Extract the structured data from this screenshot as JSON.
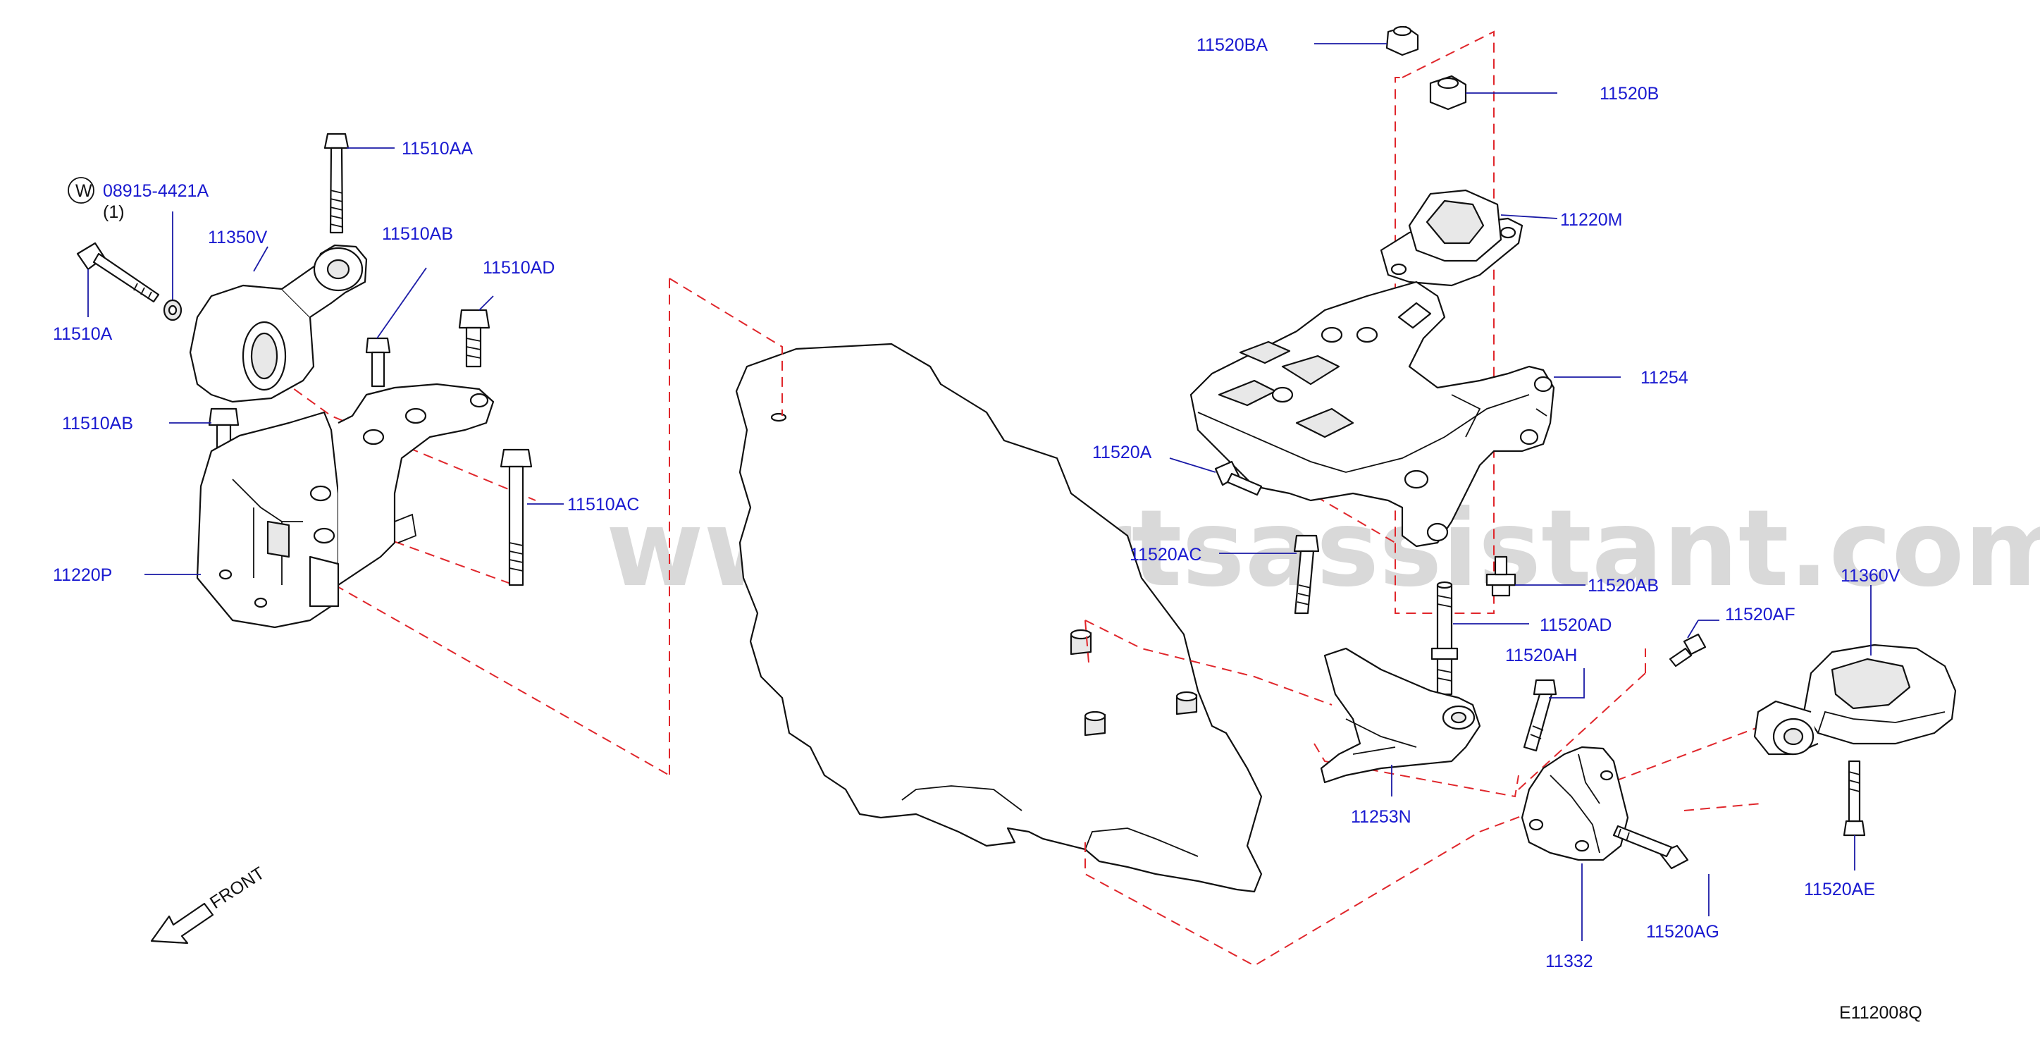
{
  "diagram_code": "E112008Q",
  "watermark": "www.partsassistant.com",
  "front_label": "FRONT",
  "washer_symbol": "W",
  "washer_qty": "(1)",
  "colors": {
    "callout": "#1a1ad0",
    "dash": "#e0262b",
    "line": "#111111",
    "watermark": "#d9d9d9"
  },
  "callouts": {
    "c11510AA": "11510AA",
    "c08915": "08915-4421A",
    "c11350V": "11350V",
    "c11510AB_top": "11510AB",
    "c11510AD": "11510AD",
    "c11510A": "11510A",
    "c11510AB": "11510AB",
    "c11510AC": "11510AC",
    "c11220P": "11220P",
    "c11520BA": "11520BA",
    "c11520B": "11520B",
    "c11220M": "11220M",
    "c11254": "11254",
    "c11520A": "11520A",
    "c11520AC": "11520AC",
    "c11520AB": "11520AB",
    "c11520AD": "11520AD",
    "c11520AF": "11520AF",
    "c11360V": "11360V",
    "c11520AH": "11520AH",
    "c11253N": "11253N",
    "c11332": "11332",
    "c11520AG": "11520AG",
    "c11520AE": "11520AE"
  }
}
